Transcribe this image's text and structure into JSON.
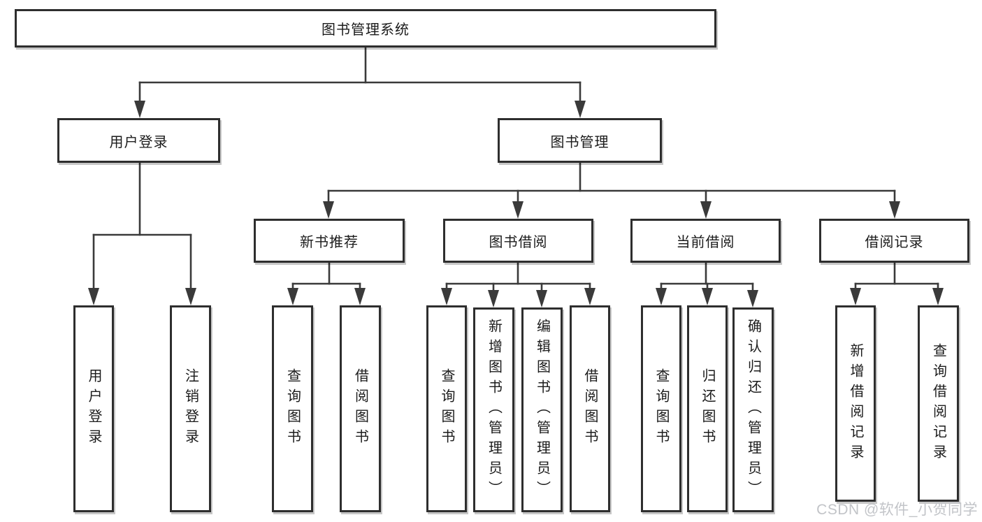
{
  "title": {
    "label": "图书管理系统"
  },
  "level2": [
    {
      "label": "用户登录"
    },
    {
      "label": "图书管理"
    }
  ],
  "level3": [
    {
      "label": "新书推荐"
    },
    {
      "label": "图书借阅"
    },
    {
      "label": "当前借阅"
    },
    {
      "label": "借阅记录"
    }
  ],
  "leaves": {
    "user": [
      {
        "label": "用户登录"
      },
      {
        "label": "注销登录"
      }
    ],
    "newbook": [
      {
        "label": "查询图书"
      },
      {
        "label": "借阅图书"
      }
    ],
    "borrow": [
      {
        "label": "查询图书"
      },
      {
        "label": "新增图书（管理员）"
      },
      {
        "label": "编辑图书（管理员）"
      },
      {
        "label": "借阅图书"
      }
    ],
    "current": [
      {
        "label": "查询图书"
      },
      {
        "label": "归还图书"
      },
      {
        "label": "确认归还（管理员）"
      }
    ],
    "records": [
      {
        "label": "新增借阅记录"
      },
      {
        "label": "查询借阅记录"
      }
    ]
  },
  "watermark": "CSDN @软件_小贺同学",
  "colors": {
    "line": "#3a3a3a",
    "box_border": "#2e2e2e",
    "text": "#1b1b1b",
    "watermark": "#c2c4c8",
    "background": "#ffffff"
  }
}
